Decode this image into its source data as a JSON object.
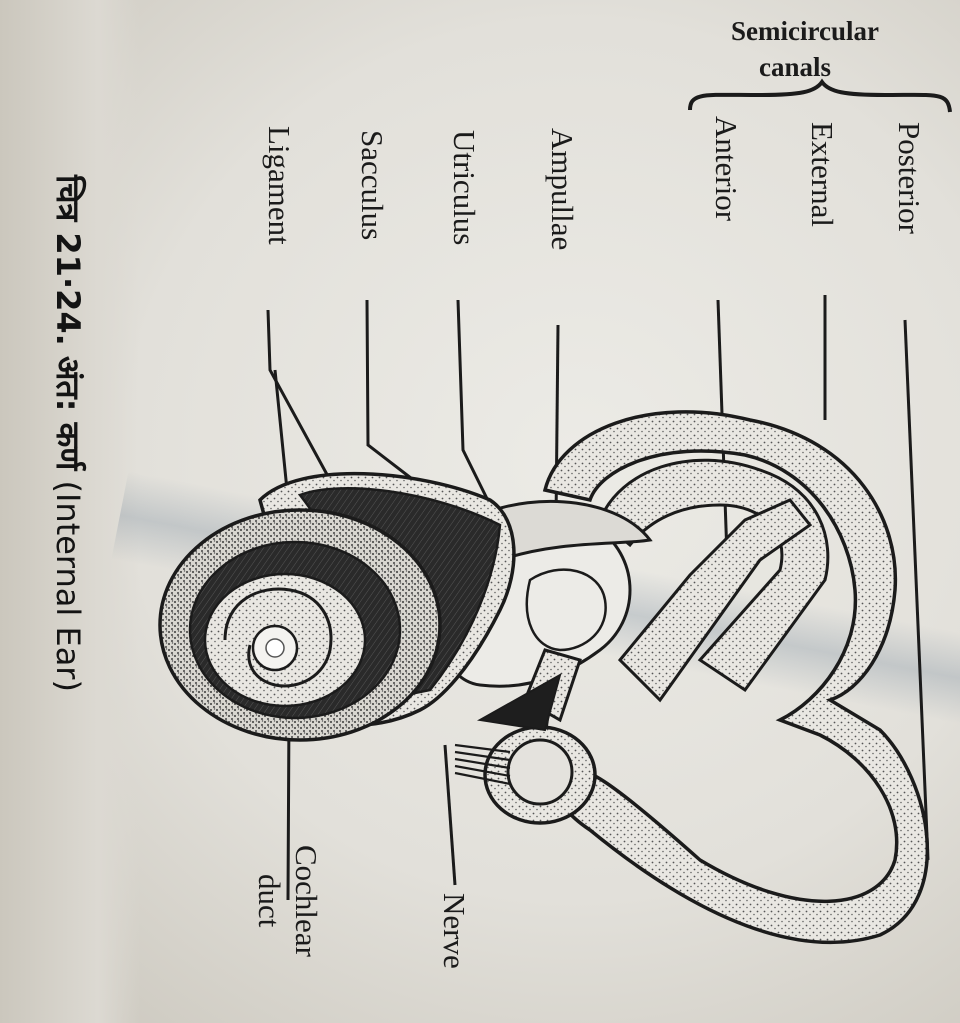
{
  "figure": {
    "header": {
      "line1": "Semicircular",
      "line2": "canals"
    },
    "labels": {
      "posterior": "Posterior",
      "external": "External",
      "anterior": "Anterior",
      "ampullae": "Ampullae",
      "utriculus": "Utriculus",
      "sacculus": "Sacculus",
      "ligament": "Ligament",
      "nerve": "Nerve",
      "cochlear_line1": "Cochlear",
      "cochlear_line2": "duct"
    },
    "caption": {
      "fig_number": "चित्र 21·24.",
      "hindi_title": "अंत: कर्ण",
      "english_title": "(Internal Ear)"
    }
  }
}
